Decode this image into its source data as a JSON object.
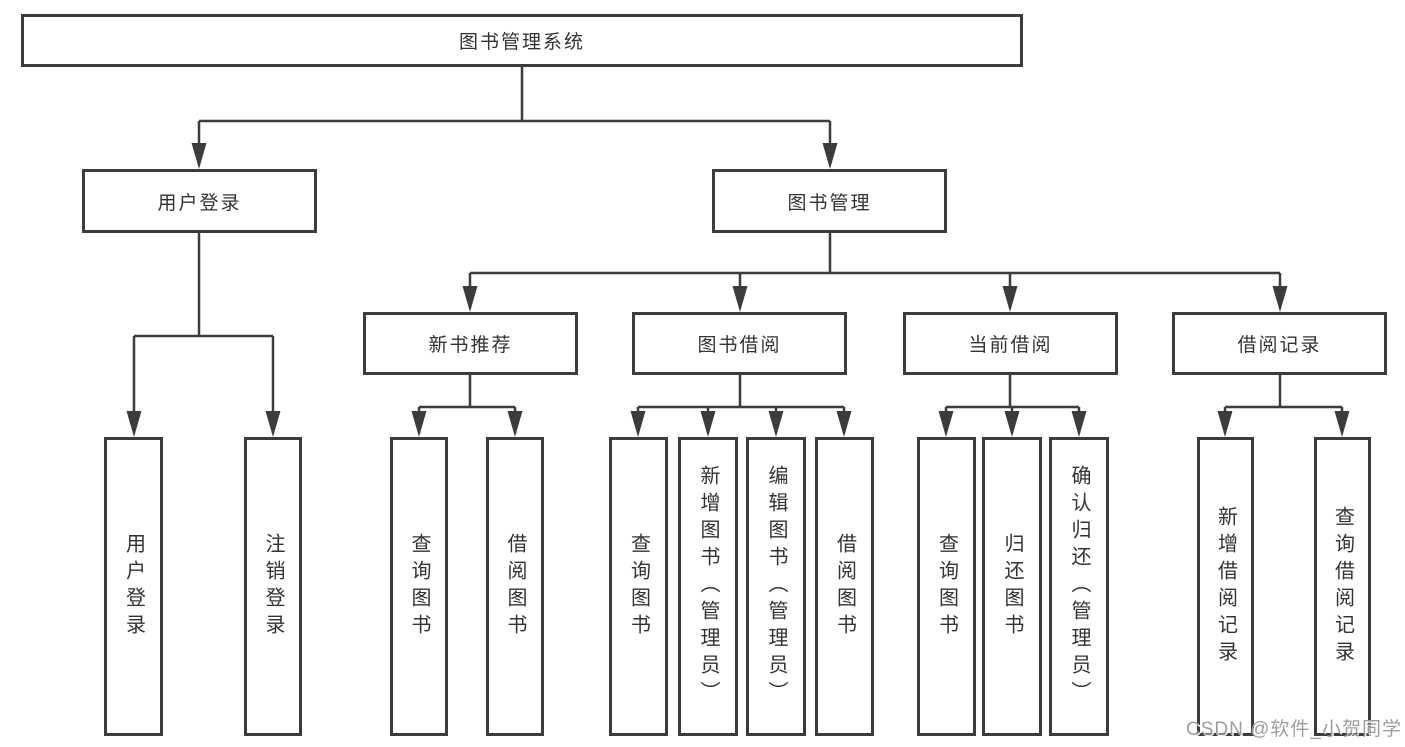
{
  "tree": {
    "root": "图书管理系统",
    "branches": [
      {
        "label": "用户登录",
        "children": [
          "用户登录",
          "注销登录"
        ]
      },
      {
        "label": "图书管理",
        "sections": [
          {
            "label": "新书推荐",
            "children": [
              "查询图书",
              "借阅图书"
            ]
          },
          {
            "label": "图书借阅",
            "children": [
              "查询图书",
              "新增图书（管理员）",
              "编辑图书（管理员）",
              "借阅图书"
            ]
          },
          {
            "label": "当前借阅",
            "children": [
              "查询图书",
              "归还图书",
              "确认归还（管理员）"
            ]
          },
          {
            "label": "借阅记录",
            "children": [
              "新增借阅记录",
              "查询借阅记录"
            ]
          }
        ]
      }
    ]
  },
  "watermark": "CSDN @软件_小贺同学",
  "colors": {
    "line": "#3c3c3c",
    "text": "#333333",
    "background": "#ffffff",
    "watermark": "#9e9e9e"
  }
}
